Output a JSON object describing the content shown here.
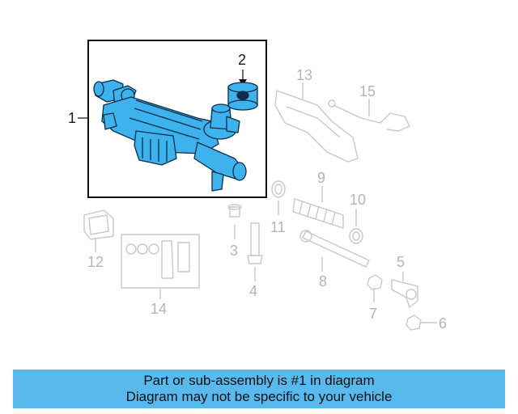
{
  "callouts": {
    "c1": "1",
    "c2": "2",
    "c3": "3",
    "c4": "4",
    "c5": "5",
    "c6": "6",
    "c7": "7",
    "c8": "8",
    "c9": "9",
    "c10": "10",
    "c11": "11",
    "c12": "12",
    "c13": "13",
    "c14": "14",
    "c15": "15"
  },
  "banner": {
    "line1": "Part or sub-assembly is #1 in diagram",
    "line2": "Diagram may not be specific to your vehicle"
  },
  "colors": {
    "highlight": "#5ab9ec",
    "part_fill": "#3db2ec",
    "faded_parts": "#c8c8c8",
    "banner_bg": "#5ab9ec"
  }
}
